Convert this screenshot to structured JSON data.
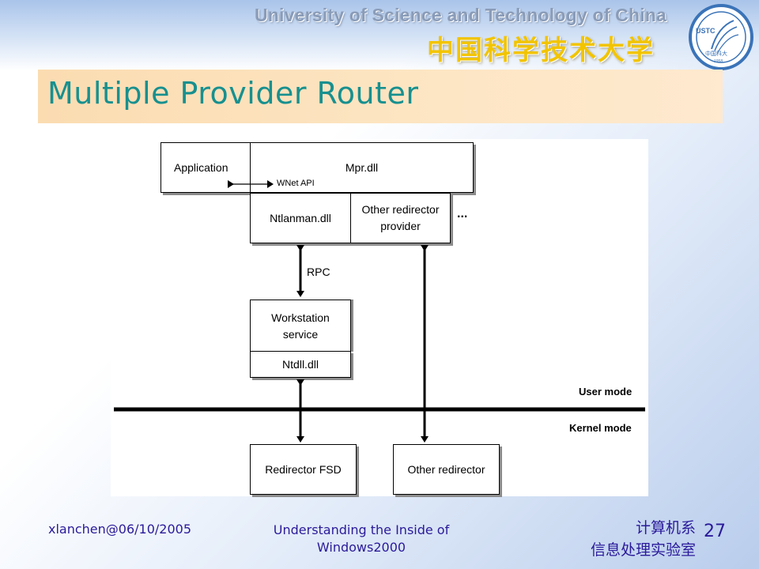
{
  "header": {
    "university_en": "University of Science and Technology of China",
    "university_cn": "中国科学技术大学",
    "logo_text_top": "USTC",
    "logo_text_cn": "中国科大",
    "logo_year": "1958"
  },
  "slide": {
    "title": "Multiple Provider Router"
  },
  "diagram": {
    "application": "Application",
    "mpr": "Mpr.dll",
    "wnet_api": "WNet API",
    "ntlanman": "Ntlanman.dll",
    "other_provider_line1": "Other redirector",
    "other_provider_line2": "provider",
    "ellipsis": "...",
    "rpc": "RPC",
    "workstation_line1": "Workstation",
    "workstation_line2": "service",
    "ntdll": "Ntdll.dll",
    "user_mode": "User mode",
    "kernel_mode": "Kernel mode",
    "redirector_fsd": "Redirector FSD",
    "other_redirector": "Other redirector"
  },
  "footer": {
    "author_date": "xlanchen@06/10/2005",
    "course_line1": "Understanding the Inside of",
    "course_line2": "Windows2000",
    "dept_line1": "计算机系",
    "dept_line2": "信息处理实验室",
    "page_number": "27"
  }
}
